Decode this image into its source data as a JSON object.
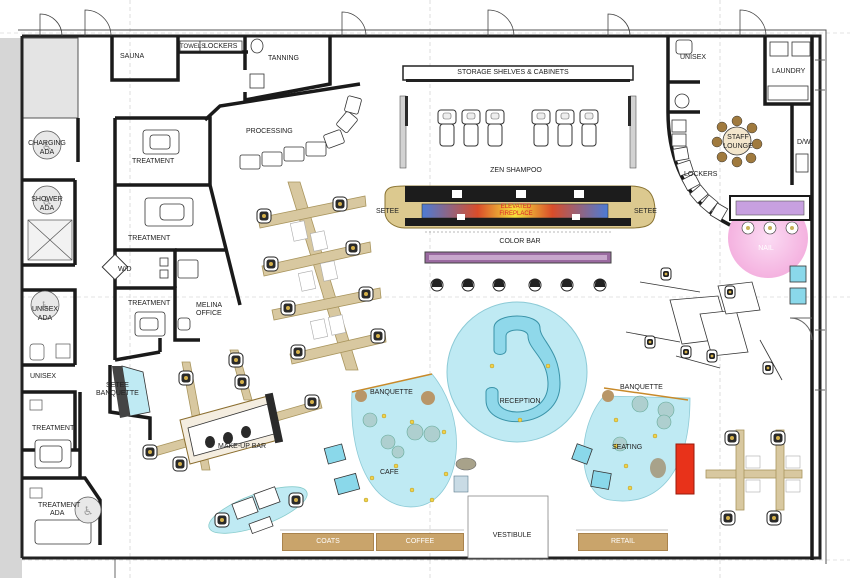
{
  "rooms": {
    "sauna": "SAUNA",
    "towels": "TOWELS",
    "lockers_top": "LOCKERS",
    "tanning": "TANNING",
    "processing": "PROCESSING",
    "treatment_1": "TREATMENT",
    "treatment_2": "TREATMENT",
    "treatment_3": "TREATMENT",
    "treatment_4": "TREATMENT",
    "treatment_ada_1": "TREATMENT",
    "treatment_ada_2": "ADA",
    "wd": "W/D",
    "melina_office_1": "MELINA",
    "melina_office_2": "OFFICE",
    "charging_1": "CHARGING",
    "charging_2": "ADA",
    "shower_1": "SHOWER",
    "shower_2": "ADA",
    "unisex_ada_1": "UNISEX",
    "unisex_ada_2": "ADA",
    "unisex_left": "UNISEX",
    "unisex_right": "UNISEX",
    "laundry": "LAUNDRY",
    "staff_lounge_1": "STAFF",
    "staff_lounge_2": "LOUNGE",
    "lockers_right": "LOCKERS",
    "dw": "D/W",
    "storage": "STORAGE SHELVES & CABINETS",
    "zen_shampoo": "ZEN SHAMPOO",
    "elevated_fireplace_1": "ELEVATED",
    "elevated_fireplace_2": "FIREPLACE",
    "setee_left": "SETEE",
    "setee_right": "SETEE",
    "color_bar": "COLOR BAR",
    "nail": "NAIL",
    "setee_banquette_1": "SETEE",
    "setee_banquette_2": "BANQUETTE",
    "makeup_bar": "MAKE-UP BAR",
    "banquette_left": "BANQUETTE",
    "banquette_right": "BANQUETTE",
    "cafe": "CAFE",
    "reception": "RECEPTION",
    "seating": "SEATING",
    "vestibule": "VESTIBULE"
  },
  "displays": {
    "coats": "COATS",
    "coffee": "COFFEE",
    "retail": "RETAIL"
  },
  "colors": {
    "wall": "#1a1a1a",
    "wood": "#d8c8a0",
    "glass": "#bfeaf3",
    "fireplace": "#f0e060",
    "nail": "#f7c6ea",
    "retail_tab": "#c9a46b",
    "accent_red": "#e8321a",
    "lighting_gold": "#c9b15a"
  }
}
